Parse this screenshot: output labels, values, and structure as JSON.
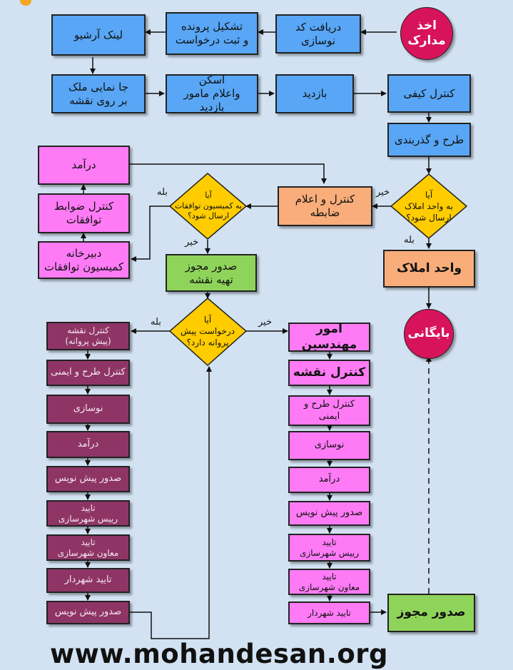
{
  "colors": {
    "background": "#d2e2f2",
    "blue": "#58a6f5",
    "magenta": "#ff7bf6",
    "maroon": "#8e3566",
    "orange": "#f8ad7a",
    "green": "#8fd45a",
    "diamond": "#ffcc00",
    "circle": "#d7135c"
  },
  "top_row": {
    "start": "اخذ\nمدارک",
    "receive_code": "دریافت کد نوسازی",
    "form_file": "تشکیل پرونده\nو ثبت درخواست",
    "archive_link": "لینک آرشیو"
  },
  "second_row": {
    "locate": "جا نمایی ملک\nبر روی نقشه",
    "scan": "اسکن\nواعلام مامور بازدید",
    "visit": "بازدید",
    "quality": "کنترل کیفی"
  },
  "right_column": {
    "design": "طرح و گذربندی",
    "to_property_q": "آیا\nبه واحد املاک\nارسال شود؟",
    "property_unit": "واحد املاک",
    "archive": "بایگانی",
    "issue_permit": "صدور مجوز"
  },
  "middle": {
    "rule_control": "کنترل و اعلام ضابطه",
    "commission_q": "آیا\nبه کمیسیون توافقات\nارسال شود؟",
    "permit_map": "صدور مجوز\nتهیه نقشه",
    "pre_license_q": "آیا\nدرخواست پیش\nپروانه دارد؟"
  },
  "commission_column": {
    "revenue": "درآمد",
    "check_rules": "کنترل ضوابط توافقات",
    "secretariat": "دبیرخانه\nکمیسیون توافقات"
  },
  "labels": {
    "yes": "بله",
    "no": "خیر"
  },
  "left_column": [
    "کنترل نقشه\n(پیش پروانه)",
    "کنترل طرح و ایمنی",
    "نوسازی",
    "درآمد",
    "صدور پیش نویس",
    "تایید\nرییس شهرسازی",
    "تایید\nمعاون شهرسازی",
    "تایید شهردار",
    "صدور پیش نویس"
  ],
  "engineering_column": [
    "امور مهندسین",
    "کنترل نقشه",
    "کنترل طرح و ایمنی",
    "نوسازی",
    "درآمد",
    "صدور پیش نویس",
    "تایید\nرییس شهرسازی",
    "تایید\nمعاون شهرسازی",
    "تایید شهردار"
  ],
  "footer": "www.mohandesan.org"
}
